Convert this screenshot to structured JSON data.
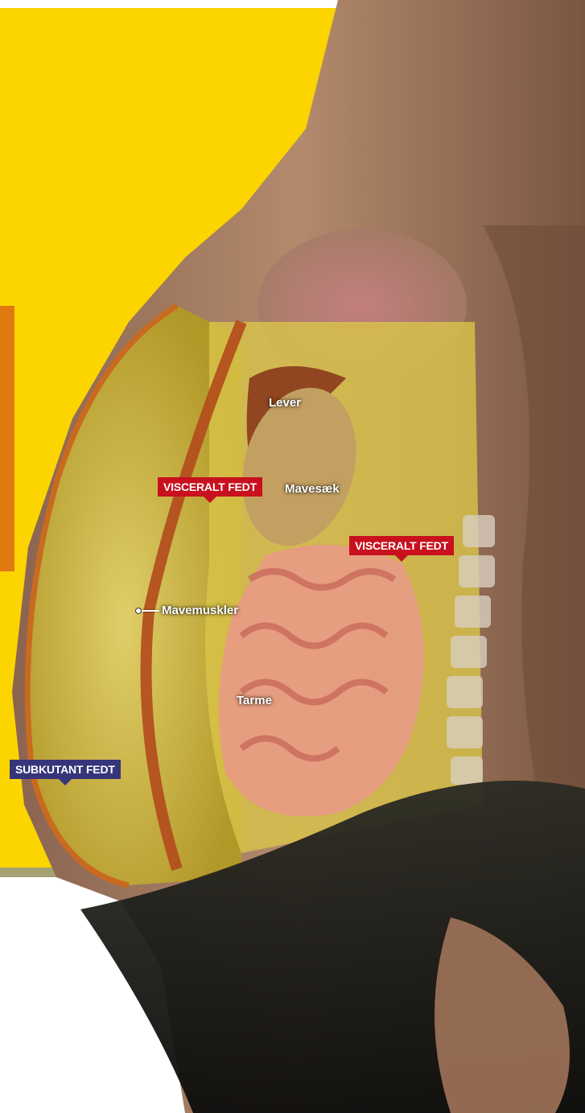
{
  "labels": {
    "visceral_fat_left": "VISCERALT FEDT",
    "visceral_fat_right": "VISCERALT FEDT",
    "subcutaneous_fat": "SUBKUTANT FEDT",
    "liver": "Lever",
    "stomach": "Mavesæk",
    "abdominal_muscles": "Mavemuskler",
    "intestines": "Tarme"
  },
  "colors": {
    "background_panel": "#fcd400",
    "visceral_tag": "#c8101e",
    "subcutaneous_tag": "#37357a",
    "skin": "#a47d62",
    "fat": "#c9b33a",
    "muscle": "#b24a1c",
    "intestine": "#e89a85"
  }
}
